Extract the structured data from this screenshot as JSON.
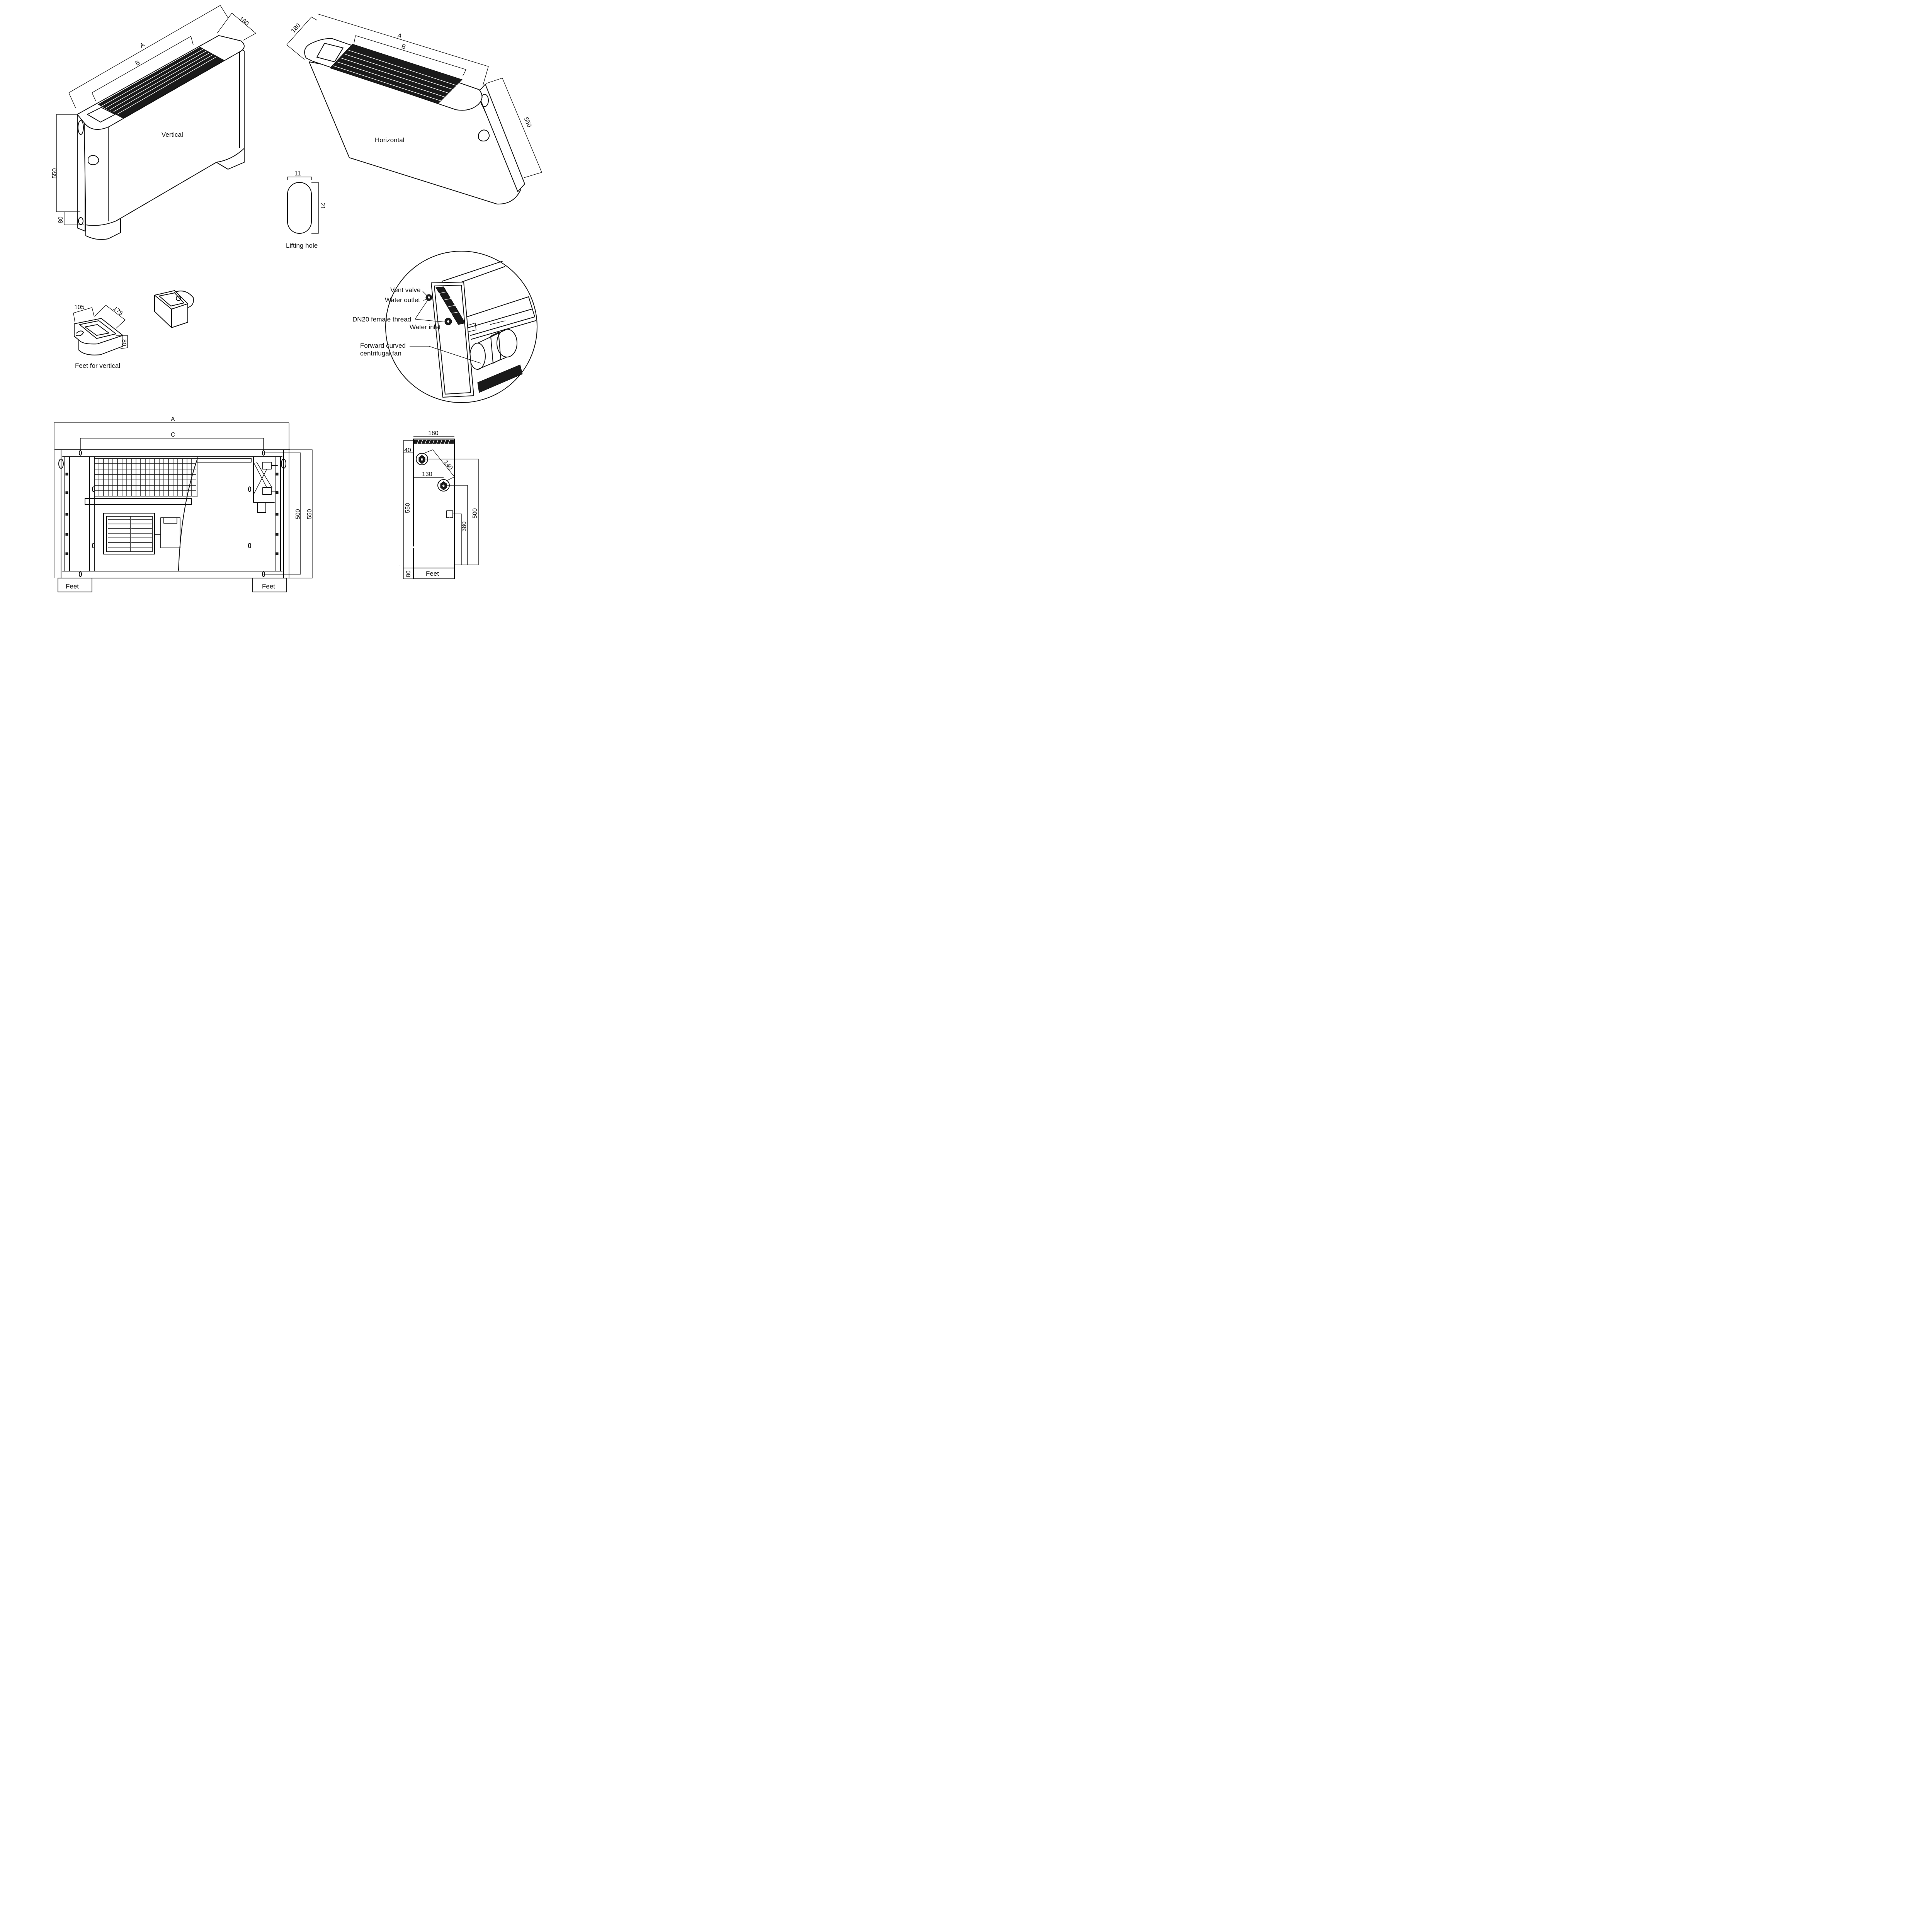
{
  "views": {
    "vertical": {
      "label": "Vertical",
      "dims": {
        "a": "A",
        "b": "B",
        "depth": "180",
        "height": "550",
        "feet_height": "80"
      }
    },
    "horizontal": {
      "label": "Horizontal",
      "dims": {
        "a": "A",
        "b": "B",
        "depth": "180",
        "height": "550"
      }
    },
    "lifting_hole": {
      "label": "Lifting hole",
      "dims": {
        "width": "11",
        "height": "21"
      }
    },
    "feet_vertical": {
      "label": "Feet for vertical",
      "dims": {
        "width": "105",
        "depth": "175",
        "height": "80"
      }
    },
    "detail": {
      "callouts": {
        "vent_valve": "Vent valve",
        "water_outlet": "Water outlet",
        "thread": "DN20 female thread",
        "water_inlet": "Water inlet",
        "fan_line1": "Forward curved",
        "fan_line2": "centrifugal fan"
      }
    },
    "front": {
      "dims": {
        "a": "A",
        "c": "C",
        "h500": "500",
        "h550": "550"
      },
      "feet_left": "Feet",
      "feet_right": "Feet"
    },
    "side": {
      "dims": {
        "width": "180",
        "top": "40",
        "diag": "140",
        "offset": "130",
        "h550": "550",
        "h500": "500",
        "h380": "380",
        "feet": "80"
      },
      "feet": "Feet"
    }
  }
}
